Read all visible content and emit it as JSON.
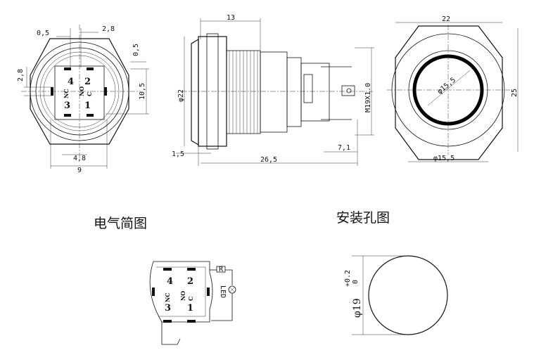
{
  "front_view": {
    "dims": {
      "d_0_5": "0,5",
      "d_2_8_top": "2,8",
      "d_0_5_right": "0,5",
      "d_2_8_left": "2,8",
      "d_10_5": "10,5",
      "d_4_8": "4,8",
      "d_9": "9"
    },
    "pins": {
      "p4": "4",
      "p2": "2",
      "p3": "3",
      "p1": "1",
      "nc": "NC",
      "no": "NO",
      "c": "C"
    }
  },
  "side_view": {
    "dims": {
      "d_13": "13",
      "d_22": "φ22",
      "d_thread": "M19X1.0",
      "d_1_5": "1,5",
      "d_26_5": "26,5",
      "d_7_1": "7,1"
    }
  },
  "top_view": {
    "dims": {
      "d_22": "22",
      "d_25": "25",
      "d_15_5_inner": "φ15,5",
      "d_15_5": "φ15,5"
    }
  },
  "captions": {
    "simple_diagram": "电气简图",
    "mounting_hole": "安装孔图"
  },
  "wiring": {
    "resistor": "R",
    "led": "LED",
    "pins": {
      "p4": "4",
      "p2": "2",
      "p3": "3",
      "p1": "1",
      "nc": "NC",
      "no": "NO",
      "c": "C"
    }
  },
  "hole": {
    "diameter": "φ19",
    "tol_plus": "+0.2",
    "tol_zero": "0"
  }
}
